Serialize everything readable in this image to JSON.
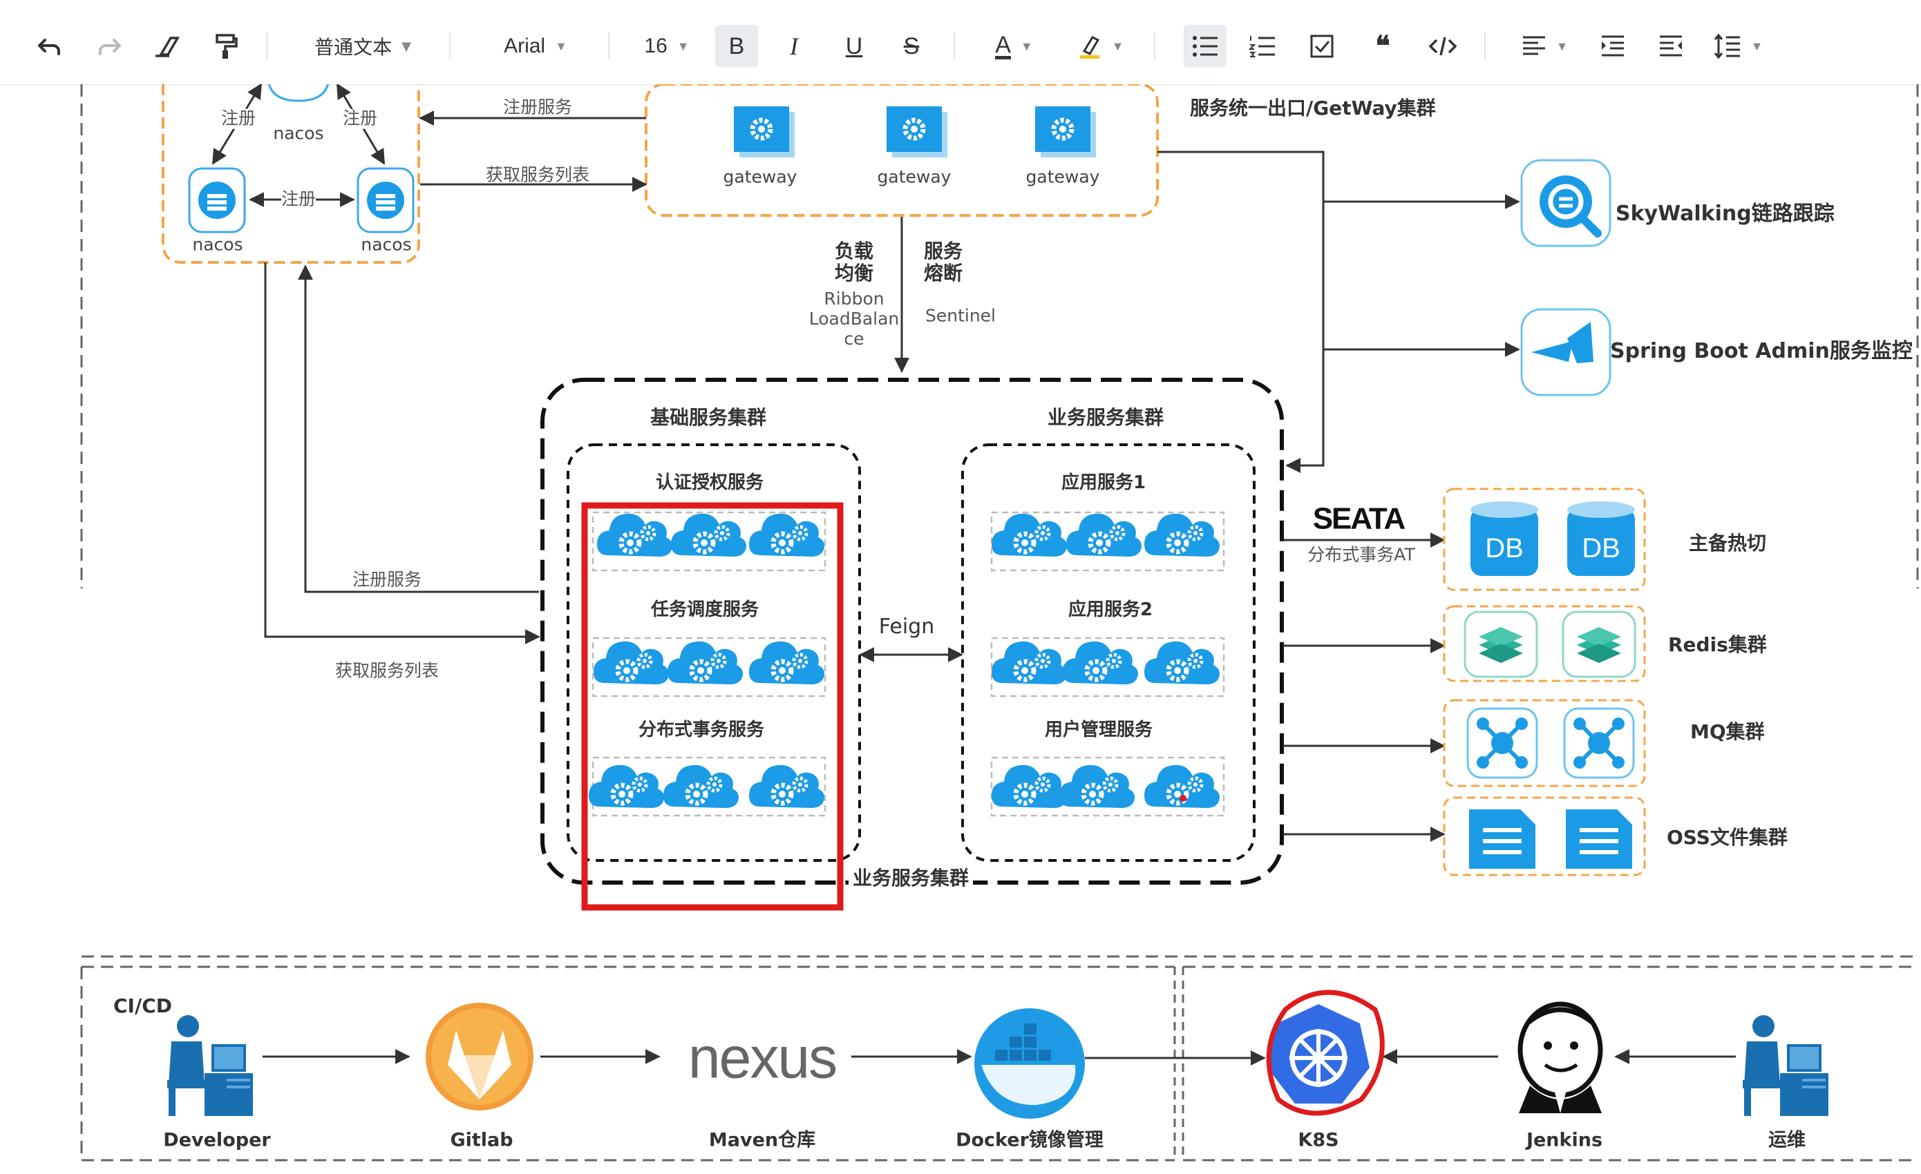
{
  "toolbar": {
    "undo_icon": "undo-icon",
    "redo_icon": "redo-icon",
    "eraser_icon": "clear-format-icon",
    "format_painter_icon": "format-painter-icon",
    "paragraph_style": "普通文本",
    "font_family": "Arial",
    "font_size": "16",
    "bold": "B",
    "italic": "I",
    "underline": "U",
    "strikethrough": "S",
    "font_color": "A"
  },
  "nacos_cluster": {
    "nodes": [
      "nacos",
      "nacos",
      "nacos"
    ],
    "register_label": "注册"
  },
  "gateway_cluster": {
    "title": "服务统一出口/GetWay集群",
    "nodes": [
      "gateway",
      "gateway",
      "gateway"
    ]
  },
  "edges": {
    "register_service": "注册服务",
    "fetch_service_list": "获取服务列表",
    "lb_title": "负载\n均衡",
    "lb_detail": "Ribbon\nLoadBalan\nce",
    "cb_title": "服务\n熔断",
    "cb_detail": "Sentinel",
    "feign": "Feign"
  },
  "monitors": {
    "skywalking": "SkyWalking链路跟踪",
    "spring_boot_admin": "Spring Boot Admin服务监控"
  },
  "services_cluster": {
    "bottom_label": "业务服务集群",
    "base_group": {
      "title": "基础服务集群",
      "services": [
        "认证授权服务",
        "任务调度服务",
        "分布式事务服务"
      ]
    },
    "business_group": {
      "title": "业务服务集群",
      "services": [
        "应用服务1",
        "应用服务2",
        "用户管理服务"
      ]
    }
  },
  "middleware": {
    "seata_logo": "SEATA",
    "seata_label": "分布式事务AT",
    "db_text": "DB",
    "db_label": "主备热切",
    "redis_label": "Redis集群",
    "mq_label": "MQ集群",
    "oss_label": "OSS文件集群"
  },
  "cicd": {
    "title": "CI/CD",
    "nexus_logo": "nexus",
    "developer": "Developer",
    "gitlab": "Gitlab",
    "maven": "Maven仓库",
    "docker": "Docker镜像管理",
    "k8s": "K8S",
    "jenkins": "Jenkins",
    "ops": "运维"
  },
  "colors": {
    "accent_blue": "#1f9be5",
    "orange_dash": "#f3a64a",
    "teal": "#2bb39b",
    "highlight_red": "#e01b1b",
    "k8s_blue": "#326ce5",
    "gitlab_orange": "#f39c3a"
  }
}
